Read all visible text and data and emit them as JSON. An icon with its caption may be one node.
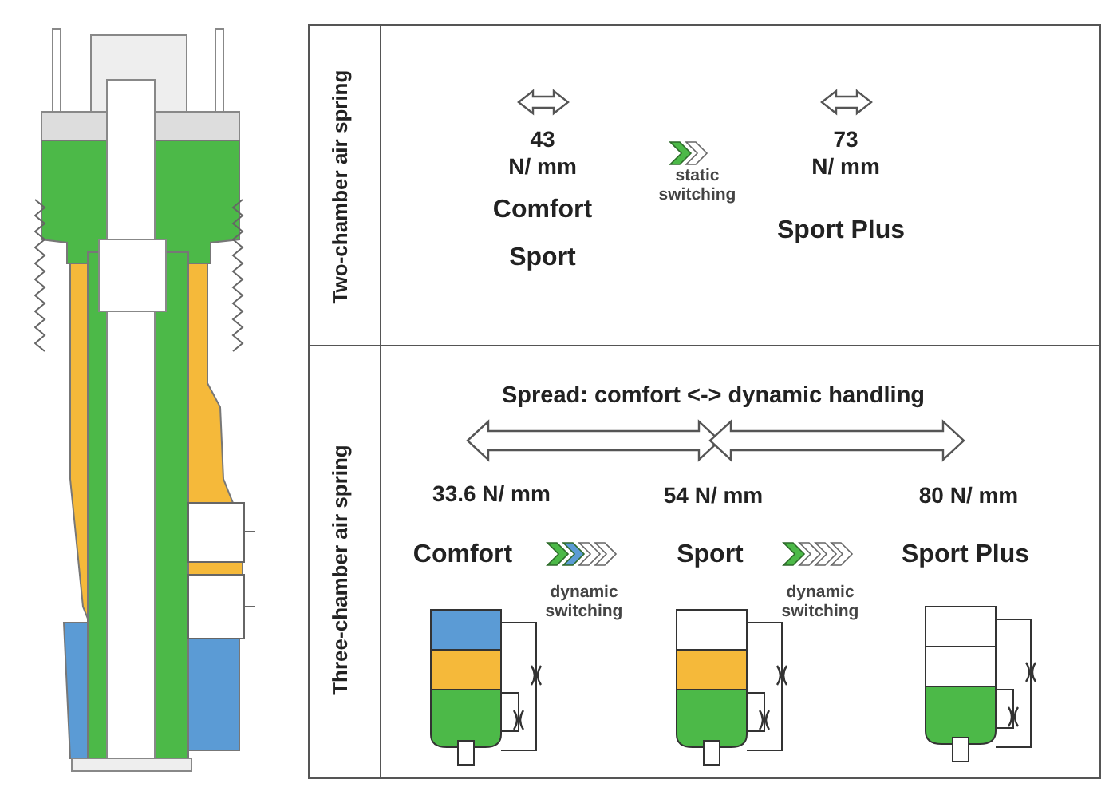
{
  "diagram": {
    "labels": [
      "Two-chamber air spring",
      "43",
      "N/ mm",
      "Comfort",
      "Sport",
      "static switching",
      "73",
      "N/ mm",
      "Sport Plus",
      "Three-chamber air spring",
      "Spread: comfort <-> dynamic handling",
      "33.6 N/ mm",
      "54 N/ mm",
      "80 N/ mm",
      "Comfort",
      "dynamic switching",
      "Sport",
      "dynamic switching",
      "Sport Plus"
    ]
  }
}
